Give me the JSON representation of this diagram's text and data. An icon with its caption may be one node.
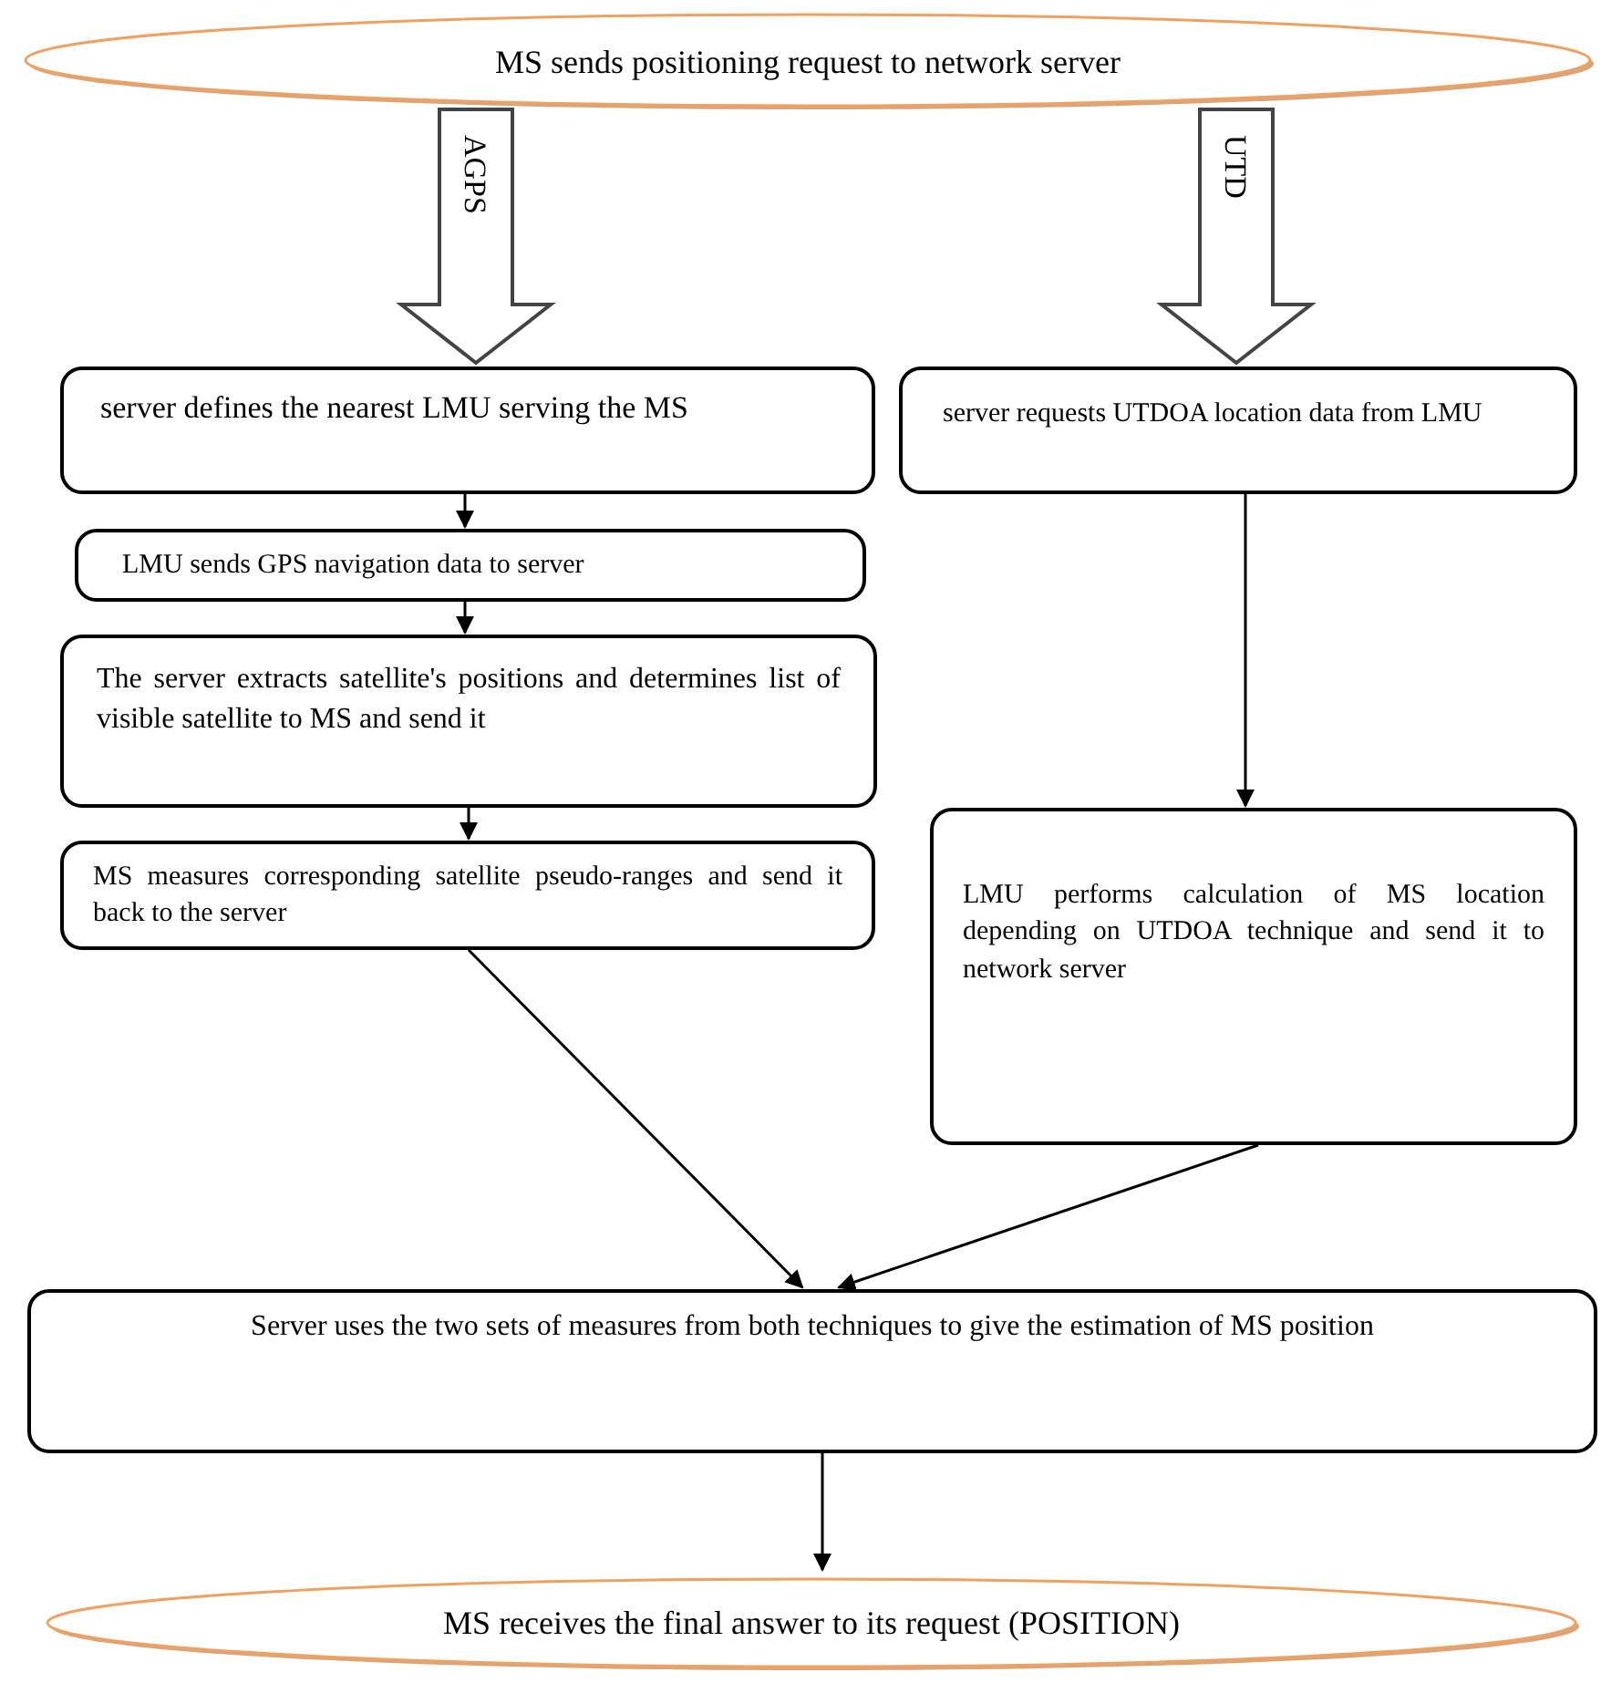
{
  "diagram": {
    "nodes": [
      {
        "text": [
          "MS sends positioning  request to network server"
        ]
      },
      {
        "text": [
          "server defines the nearest LMU serving the MS"
        ]
      },
      {
        "text": [
          "server requests UTDOA location data from LMU"
        ]
      },
      {
        "text": [
          "LMU sends GPS  navigation data to server"
        ]
      },
      {
        "text": [
          "The server extracts satellite's positions and determines list of visible satellite to MS and send it"
        ]
      },
      {
        "text": [
          "MS measures corresponding satellite pseudo-ranges and send it back to the server"
        ]
      },
      {
        "text": [
          "LMU performs calculation of MS location depending on UTDOA technique and send it to network server"
        ]
      },
      {
        "text": [
          "Server uses the two sets of measures from both techniques to give the estimation of MS position"
        ]
      },
      {
        "text": [
          "MS receives the final answer to its request (POSITION)"
        ]
      }
    ],
    "edges": [
      {
        "from": 0,
        "to": 1,
        "arrow": "to",
        "label": "AGPS",
        "style": "thick"
      },
      {
        "from": 0,
        "to": 2,
        "arrow": "to",
        "label": "UTD",
        "style": "thick"
      },
      {
        "from": 1,
        "to": 3,
        "arrow": "to"
      },
      {
        "from": 3,
        "to": 4,
        "arrow": "to"
      },
      {
        "from": 4,
        "to": 5,
        "arrow": "to"
      },
      {
        "from": 2,
        "to": 6,
        "arrow": "to"
      },
      {
        "from": 5,
        "to": 7,
        "arrow": "to"
      },
      {
        "from": 6,
        "to": 7,
        "arrow": "to"
      },
      {
        "from": 7,
        "to": 8,
        "arrow": "to"
      }
    ]
  }
}
